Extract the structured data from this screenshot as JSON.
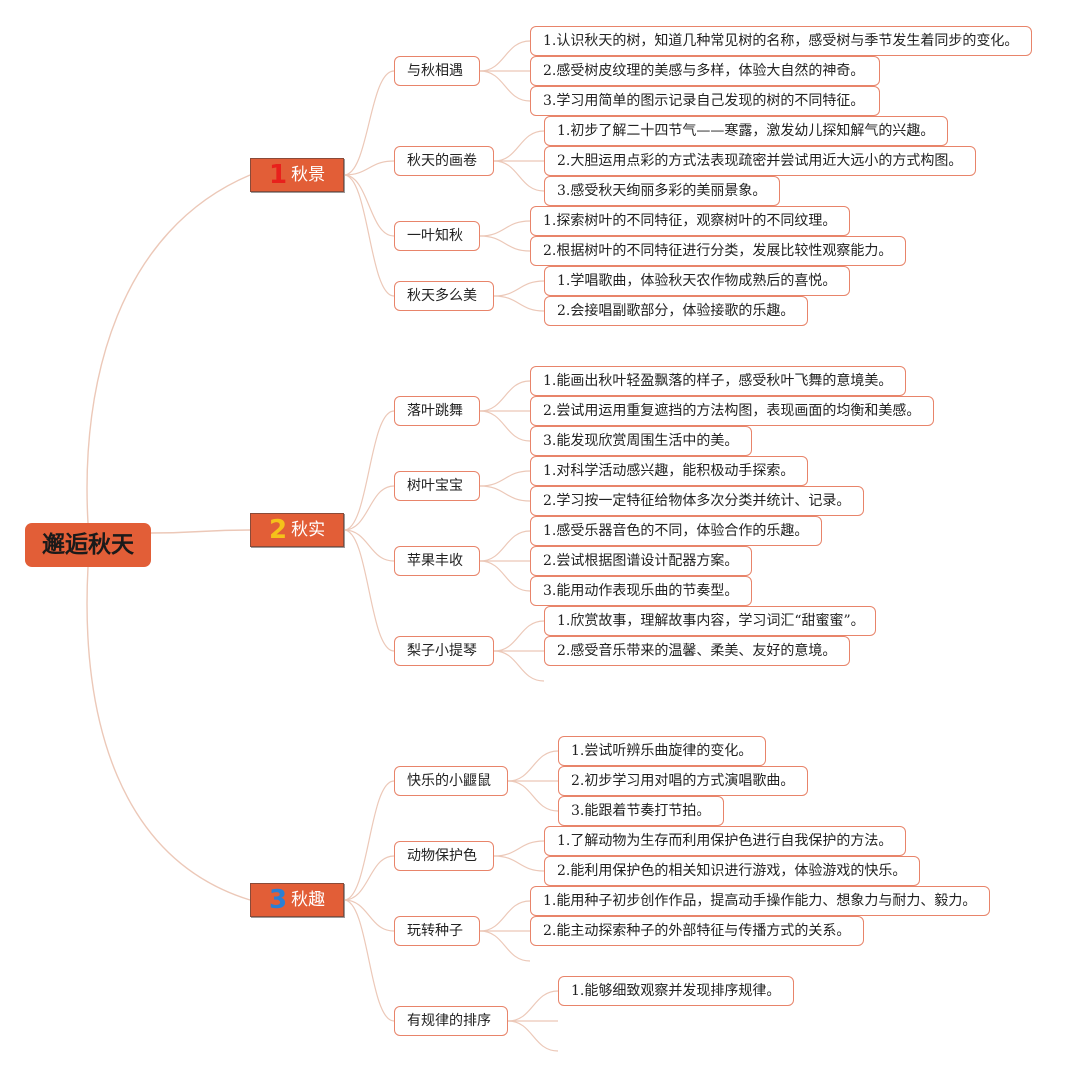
{
  "root": {
    "title": "邂逅秋天"
  },
  "topics": [
    {
      "num": "1",
      "num_color": "#e8201c",
      "label": "秋景",
      "subs": [
        {
          "label": "与秋相遇",
          "items": [
            "1.认识秋天的树，知道几种常见树的名称，感受树与季节发生着同步的变化。",
            "2.感受树皮纹理的美感与多样，体验大自然的神奇。",
            "3.学习用简单的图示记录自己发现的树的不同特征。"
          ]
        },
        {
          "label": "秋天的画卷",
          "items": [
            "1.初步了解二十四节气——寒露，激发幼儿探知解气的兴趣。",
            "2.大胆运用点彩的方式法表现疏密并尝试用近大远小的方式构图。",
            "3.感受秋天绚丽多彩的美丽景象。"
          ]
        },
        {
          "label": "一叶知秋",
          "items": [
            "1.探索树叶的不同特征，观察树叶的不同纹理。",
            "2.根据树叶的不同特征进行分类，发展比较性观察能力。"
          ]
        },
        {
          "label": "秋天多么美",
          "items": [
            "1.学唱歌曲，体验秋天农作物成熟后的喜悦。",
            "2.会接唱副歌部分，体验接歌的乐趣。"
          ]
        }
      ]
    },
    {
      "num": "2",
      "num_color": "#f5c21a",
      "label": "秋实",
      "subs": [
        {
          "label": "落叶跳舞",
          "items": [
            "1.能画出秋叶轻盈飘落的样子，感受秋叶飞舞的意境美。",
            "2.尝试用运用重复遮挡的方法构图，表现画面的均衡和美感。",
            "3.能发现欣赏周围生活中的美。"
          ]
        },
        {
          "label": "树叶宝宝",
          "items": [
            "1.对科学活动感兴趣，能积极动手探索。",
            "2.学习按一定特征给物体多次分类并统计、记录。"
          ]
        },
        {
          "label": "苹果丰收",
          "items": [
            "1.感受乐器音色的不同，体验合作的乐趣。",
            "2.尝试根据图谱设计配器方案。",
            "3.能用动作表现乐曲的节奏型。"
          ]
        },
        {
          "label": "梨子小提琴",
          "items": [
            "1.欣赏故事，理解故事内容，学习词汇“甜蜜蜜”。",
            "2.感受音乐带来的温馨、柔美、友好的意境。"
          ]
        }
      ]
    },
    {
      "num": "3",
      "num_color": "#2b7fd4",
      "label": "秋趣",
      "subs": [
        {
          "label": "快乐的小鼴鼠",
          "items": [
            "1.尝试听辨乐曲旋律的变化。",
            "2.初步学习用对唱的方式演唱歌曲。",
            "3.能跟着节奏打节拍。"
          ]
        },
        {
          "label": "动物保护色",
          "items": [
            "1.了解动物为生存而利用保护色进行自我保护的方法。",
            "2.能利用保护色的相关知识进行游戏，体验游戏的快乐。"
          ]
        },
        {
          "label": "玩转种子",
          "items": [
            "1.能用种子初步创作作品，提高动手操作能力、想象力与耐力、毅力。",
            "2.能主动探索种子的外部特征与传播方式的关系。"
          ]
        },
        {
          "label": "有规律的排序",
          "items": [
            "1.能够细致观察并发现排序规律。"
          ]
        }
      ]
    }
  ]
}
